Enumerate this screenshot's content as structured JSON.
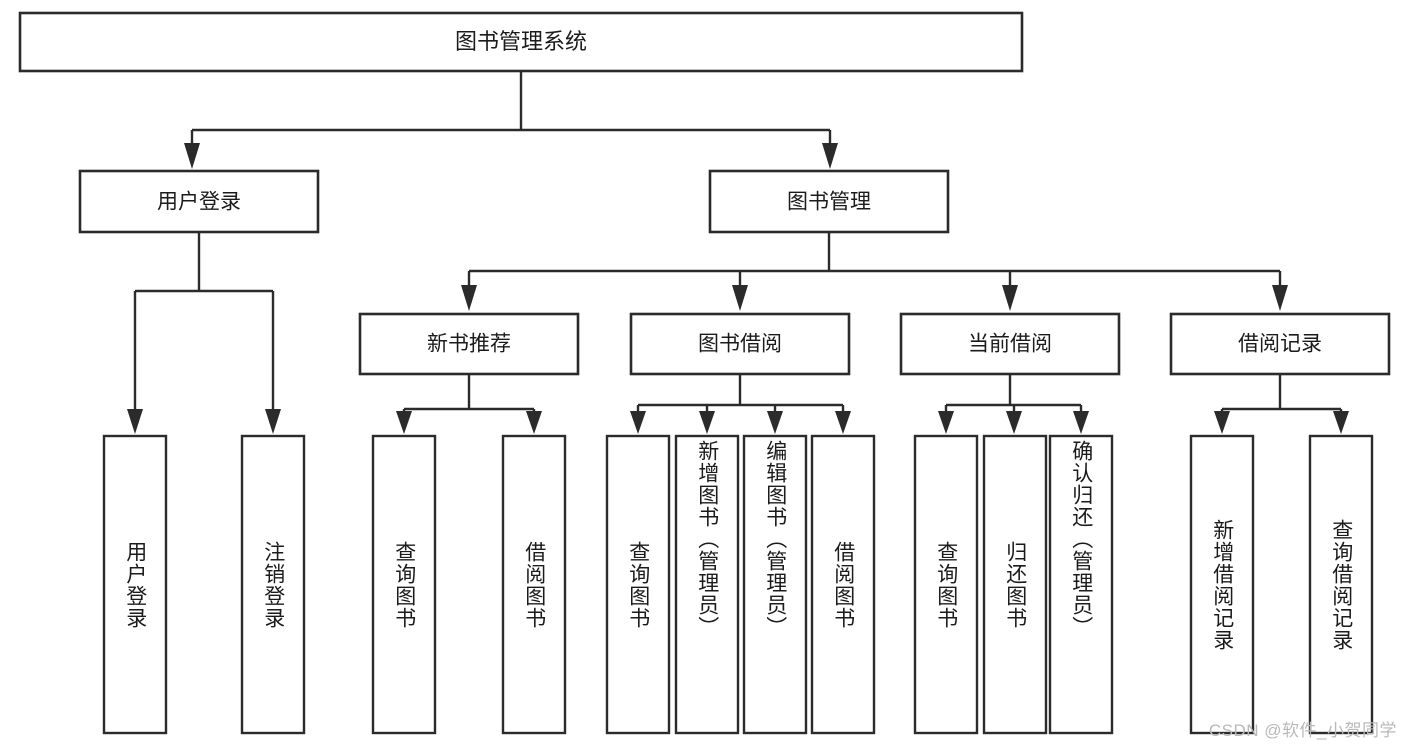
{
  "diagram": {
    "type": "tree-hierarchy",
    "title_node": {
      "id": "root",
      "label": "图书管理系统"
    },
    "level2": [
      {
        "id": "user-login",
        "label": "用户登录"
      },
      {
        "id": "book-management",
        "label": "图书管理"
      }
    ],
    "level3": [
      {
        "id": "new-book-recommend",
        "label": "新书推荐",
        "parent": "book-management"
      },
      {
        "id": "book-borrow",
        "label": "图书借阅",
        "parent": "book-management"
      },
      {
        "id": "current-borrow",
        "label": "当前借阅",
        "parent": "book-management"
      },
      {
        "id": "borrow-record",
        "label": "借阅记录",
        "parent": "book-management"
      }
    ],
    "leaves": {
      "user-login": [
        {
          "id": "leaf-user-login",
          "label": "用户登录"
        },
        {
          "id": "leaf-logout-login",
          "label": "注销登录"
        }
      ],
      "new-book-recommend": [
        {
          "id": "leaf-query-book-1",
          "label": "查询图书"
        },
        {
          "id": "leaf-borrow-book-1",
          "label": "借阅图书"
        }
      ],
      "book-borrow": [
        {
          "id": "leaf-query-book-2",
          "label": "查询图书"
        },
        {
          "id": "leaf-add-book-admin",
          "label": "新增图书（管理员）"
        },
        {
          "id": "leaf-edit-book-admin",
          "label": "编辑图书（管理员）"
        },
        {
          "id": "leaf-borrow-book-2",
          "label": "借阅图书"
        }
      ],
      "current-borrow": [
        {
          "id": "leaf-query-book-3",
          "label": "查询图书"
        },
        {
          "id": "leaf-return-book",
          "label": "归还图书"
        },
        {
          "id": "leaf-confirm-return-admin",
          "label": "确认归还（管理员）"
        }
      ],
      "borrow-record": [
        {
          "id": "leaf-add-borrow-record",
          "label": "新增借阅记录"
        },
        {
          "id": "leaf-query-borrow-record",
          "label": "查询借阅记录"
        }
      ]
    }
  },
  "watermark": {
    "text": "CSDN @软件_小贺同学"
  },
  "colors": {
    "stroke": "#2b2b2b",
    "box_fill": "#ffffff",
    "text": "#1b1b1b",
    "watermark": "#b9b9b9",
    "background": "#ffffff"
  }
}
